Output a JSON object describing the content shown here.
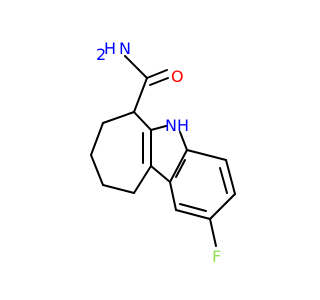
{
  "molecule": {
    "atoms": {
      "amide_n": {
        "symbol": "NH2",
        "text": "H",
        "sub": "2",
        "prefix": "N",
        "color": "#0000ff"
      },
      "carbonyl_o": {
        "symbol": "O",
        "text": "O",
        "color": "#ff0000"
      },
      "indole_n": {
        "symbol": "NH",
        "text": "N",
        "sub_h": "H",
        "color": "#0000ff"
      },
      "fluorine": {
        "symbol": "F",
        "text": "F",
        "color": "#90e050"
      }
    },
    "bond_color": "#000000"
  }
}
